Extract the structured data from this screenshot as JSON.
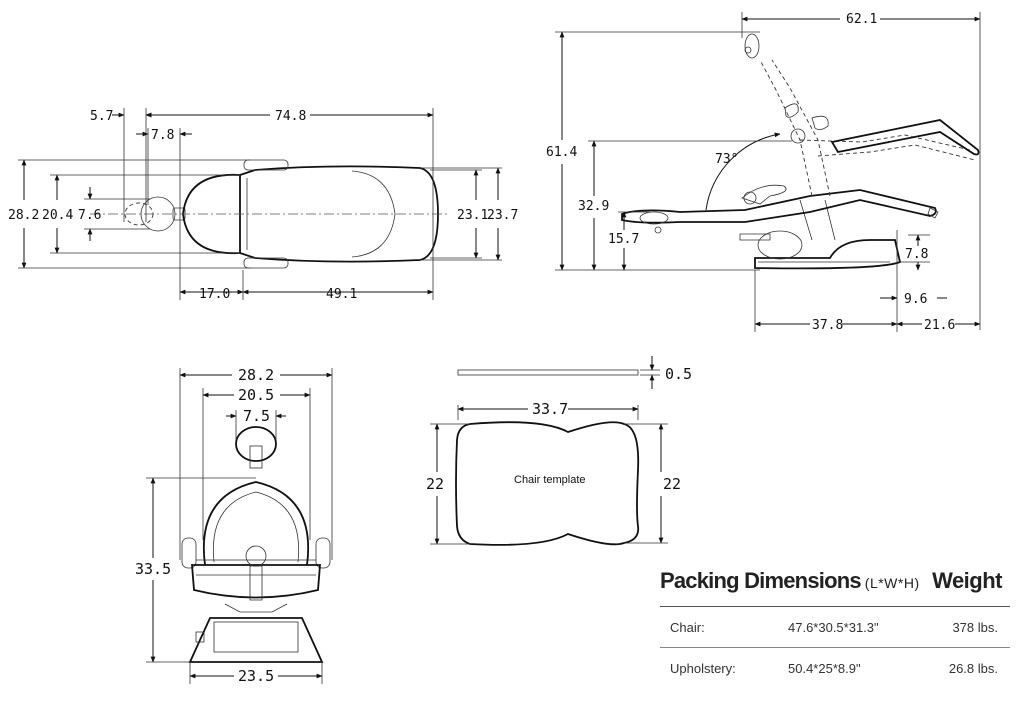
{
  "top_view": {
    "dims": [
      "5.7",
      "74.8",
      "7.8",
      "28.2",
      "20.4",
      "7.6",
      "23.1",
      "23.7",
      "17.0",
      "49.1"
    ]
  },
  "side_view": {
    "dims": [
      "62.1",
      "61.4",
      "73°",
      "32.9",
      "15.7",
      "7.8",
      "9.6",
      "37.8",
      "21.6"
    ]
  },
  "front_view": {
    "dims": [
      "28.2",
      "20.5",
      "7.5",
      "33.5",
      "23.5"
    ]
  },
  "template_view": {
    "thickness": "0.5",
    "width": "33.7",
    "height_left": "22",
    "height_right": "22",
    "label": "Chair template"
  },
  "packing": {
    "title": "Packing Dimensions",
    "subtitle": "(L*W*H)",
    "weight_header": "Weight",
    "rows": [
      {
        "name": "Chair:",
        "dims": "47.6*30.5*31.3\"",
        "weight": "378 lbs."
      },
      {
        "name": "Upholstery:",
        "dims": "50.4*25*8.9\"",
        "weight": "26.8 lbs."
      }
    ]
  }
}
